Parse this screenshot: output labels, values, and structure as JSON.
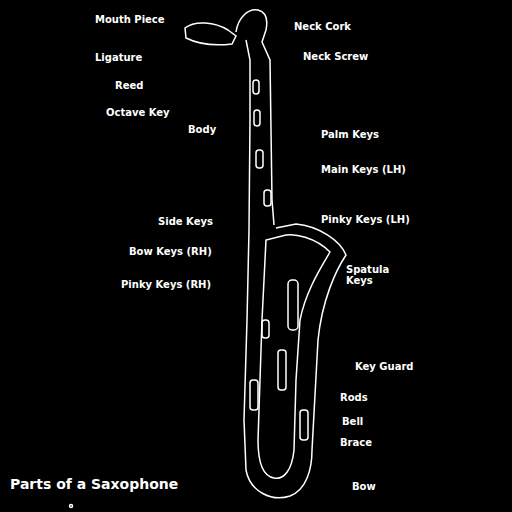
{
  "diagram": {
    "title": "Parts of a Saxophone",
    "labels": [
      "Mouth Piece",
      "Ligature",
      "Reed",
      "Octave Key",
      "Body",
      "Neck Cork",
      "Neck Screw",
      "Palm Keys",
      "Main Keys (LH)",
      "Side Keys",
      "Bow Keys (RH)",
      "Pinky Keys (LH)",
      "Pinky Keys (RH)",
      "Spatula Keys",
      "Key Guard",
      "Rods",
      "Bell",
      "Brace",
      "Bow"
    ]
  }
}
